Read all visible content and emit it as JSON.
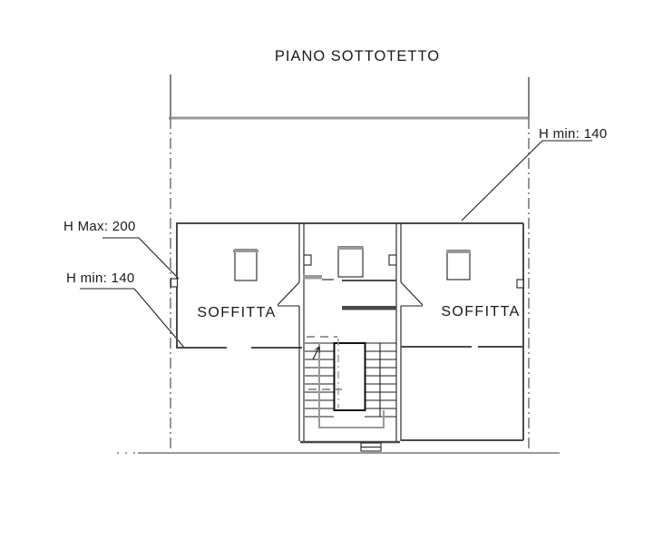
{
  "title": "PIANO SOTTOTETTO",
  "rooms": {
    "left": "SOFFITTA",
    "right": "SOFFITTA"
  },
  "annotations": {
    "h_max": "H Max: 200",
    "h_min_left": "H min: 140",
    "h_min_right": "H min: 140"
  },
  "colors": {
    "line-dark": "#4a4a4a",
    "line-gray": "#9a9a9a",
    "text": "#1a1a1a",
    "background": "#ffffff"
  }
}
